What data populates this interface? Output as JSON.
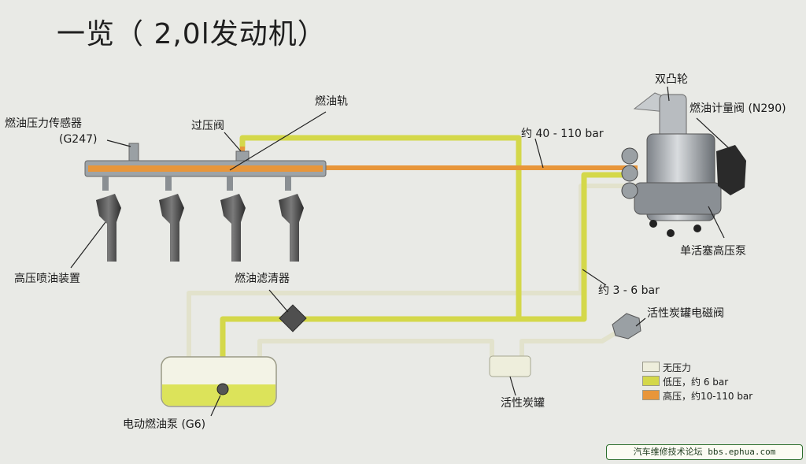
{
  "title": "一览（ 2,0l发动机）",
  "labels": {
    "pressure_sensor": "燃油压力传感器",
    "pressure_sensor_code": "(G247)",
    "relief_valve": "过压阀",
    "fuel_rail": "燃油轨",
    "high_pressure_range": "约 40 - 110 bar",
    "cam": "双凸轮",
    "metering_valve": "燃油计量阀 (N290)",
    "injectors": "高压喷油装置",
    "fuel_filter": "燃油滤清器",
    "hp_pump": "单活塞高压泵",
    "low_pressure_range": "约 3 - 6 bar",
    "canister_valve": "活性炭罐电磁阀",
    "canister": "活性炭罐",
    "electric_pump": "电动燃油泵 (G6)"
  },
  "legend": [
    {
      "label": "无压力",
      "color": "#eeeedc"
    },
    {
      "label": "低压，约 6 bar",
      "color": "#d4d84a"
    },
    {
      "label": "高压，约10-110 bar",
      "color": "#e8963a"
    }
  ],
  "colors": {
    "no_pressure": "#eeeedc",
    "low_pressure": "#d4d84a",
    "high_pressure": "#e8963a"
  },
  "watermark": "汽车维修技术论坛 bbs.ephua.com"
}
